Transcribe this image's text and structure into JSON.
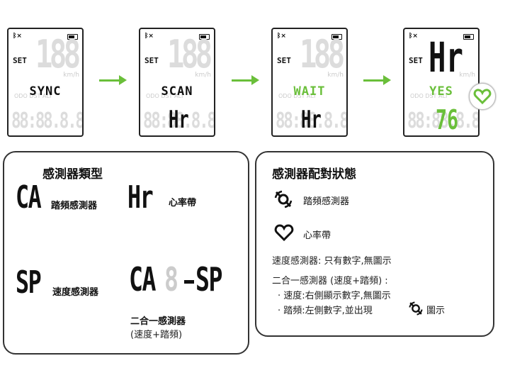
{
  "screens": [
    {
      "set": "SET",
      "ghost_top": "188",
      "ghost_bottom": "88:88.8.8",
      "mode": "SYNC",
      "mid_color": "#111111",
      "big": ""
    },
    {
      "set": "SET",
      "ghost_top": "188",
      "ghost_bottom": "88:88.8.8",
      "mode": "SCAN",
      "mid_color": "#111111",
      "big": "Hr"
    },
    {
      "set": "SET",
      "ghost_top": "188",
      "ghost_bottom": "88:88.8.8",
      "mode": "WAIT",
      "mid_color": "#6abf3a",
      "big": "Hr"
    },
    {
      "set": "SET",
      "ghost_top": "Hr",
      "ghost_bottom": "88:88.8.8",
      "mode": "YES",
      "mid_color": "#6abf3a",
      "big": "76"
    }
  ],
  "ghost_unit": "km/h",
  "ghost_line": "ODO DST ALT",
  "sensor_types": {
    "title": "感測器類型",
    "cadence": {
      "code": "CA",
      "label": "踏頻感測器"
    },
    "hr": {
      "code": "Hr",
      "label": "心率帶"
    },
    "speed": {
      "code": "SP",
      "label": "速度感測器"
    },
    "combo": {
      "code_left": "CA",
      "code_right": "SP",
      "label1": "二合一感測器",
      "label2": "(速度+踏頻)"
    }
  },
  "pairing": {
    "title": "感測器配對狀態",
    "cadence_label": "踏頻感測器",
    "hr_label": "心率帶",
    "speed_line": "速度感測器: 只有數字,無圖示",
    "combo_line": "二合一感測器 (速度+踏頻) :",
    "bullet1": "· 速度:右側顯示數字,無圖示",
    "bullet2_pre": "· 踏頻:左側數字,並出現",
    "bullet2_post": "圖示"
  },
  "colors": {
    "accent": "#6abf3a",
    "ghost": "#dcdcdc"
  }
}
